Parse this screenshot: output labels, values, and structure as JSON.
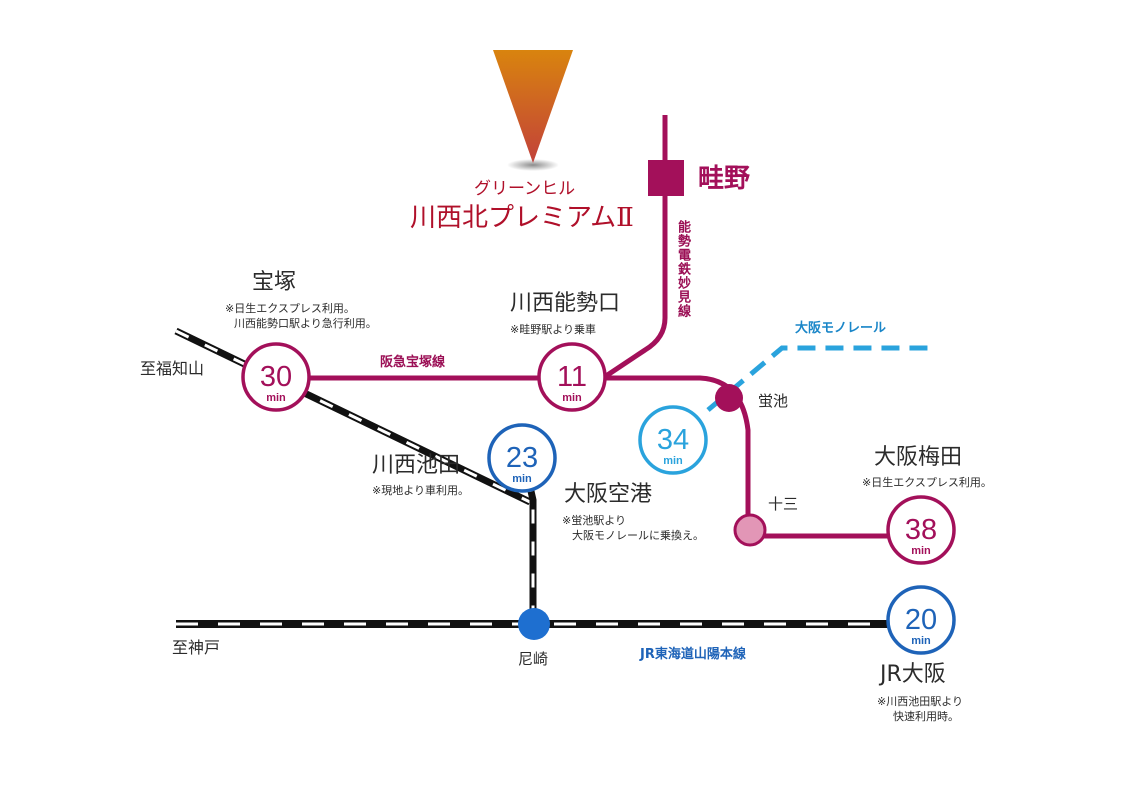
{
  "destination": {
    "line1": "グリーンヒル",
    "line2": "川西北プレミアムⅡ"
  },
  "stations": {
    "unebino": "畦野",
    "takarazuka": "宝塚",
    "takarazuka_note1": "※日生エクスプレス利用。",
    "takarazuka_note2": "川西能勢口駅より急行利用。",
    "kawanishinoseguchi": "川西能勢口",
    "kawanishinoseguchi_note": "※畦野駅より乗車",
    "kawanishiikeda": "川西池田",
    "kawanishiikeda_note": "※現地より車利用。",
    "osaka_airport": "大阪空港",
    "osaka_airport_note1": "※蛍池駅より",
    "osaka_airport_note2": "大阪モノレールに乗換え。",
    "hotarugaike": "蛍池",
    "juso": "十三",
    "osaka_umeda": "大阪梅田",
    "osaka_umeda_note": "※日生エクスプレス利用。",
    "amagasaki": "尼崎",
    "jr_osaka": "JR大阪",
    "jr_osaka_note1": "※川西池田駅より",
    "jr_osaka_note2": "快速利用時。",
    "to_fukuchiyama": "至福知山",
    "to_kobe": "至神戸"
  },
  "lines": {
    "nose_electric": "能勢電鉄妙見線",
    "hankyu_takarazuka": "阪急宝塚線",
    "osaka_monorail": "大阪モノレール",
    "jr_tokaido": "JR東海道山陽本線"
  },
  "times": {
    "takarazuka": "30",
    "kawanishinoseguchi": "11",
    "kawanishiikeda": "23",
    "osaka_airport": "34",
    "osaka_umeda": "38",
    "jr_osaka": "20",
    "unit": "min"
  },
  "colors": {
    "magenta": "#a3105a",
    "blue": "#1e63b8",
    "cyan": "#2aa3dd",
    "juso_pink": "#e296b6",
    "rail_black": "#111111",
    "marker_top": "#d9840e",
    "marker_bottom": "#c2413a"
  }
}
